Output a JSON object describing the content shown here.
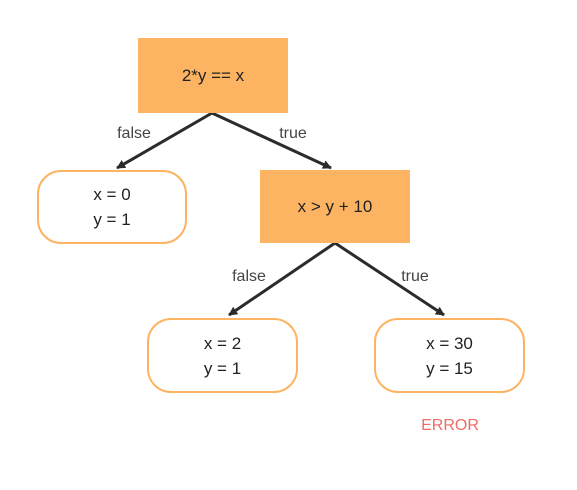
{
  "colors": {
    "decision_fill": "#fdb462",
    "leaf_border": "#fdb462",
    "edge": "#2b2b2b",
    "error": "#f06b66"
  },
  "nodes": {
    "root": {
      "label": "2*y == x"
    },
    "leaf_left": {
      "line1": "x = 0",
      "line2": "y = 1"
    },
    "mid": {
      "label": "x > y + 10"
    },
    "leaf_mid": {
      "line1": "x = 2",
      "line2": "y = 1"
    },
    "leaf_right": {
      "line1": "x = 30",
      "line2": "y = 15"
    }
  },
  "edges": {
    "root_false": "false",
    "root_true": "true",
    "mid_false": "false",
    "mid_true": "true"
  },
  "annotations": {
    "error": "ERROR"
  }
}
